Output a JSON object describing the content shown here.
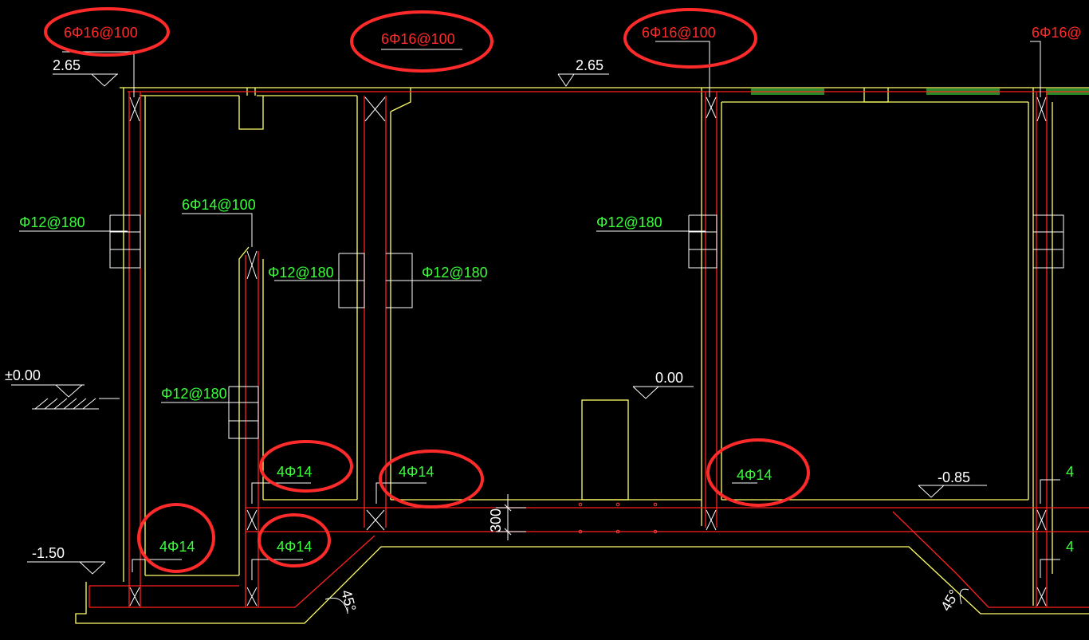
{
  "drawing": {
    "elevations": {
      "top_left": "2.65",
      "top_mid": "2.65",
      "ground": "±0.00",
      "inner_floor": "0.00",
      "bottom_left": "-1.50",
      "pit": "-0.85"
    },
    "top_bars": {
      "left": "6Φ16@100",
      "mid": "6Φ16@100",
      "right": "6Φ16@100",
      "far_right": "6Φ16@"
    },
    "wall_bars": {
      "left_outer": "Φ12@180",
      "partition_left": "Φ12@180",
      "partition_right": "Φ12@180",
      "right_wall": "Φ12@180",
      "inner_wall": "Φ12@180"
    },
    "inner_wall_top": "6Φ14@100",
    "corner_bars": {
      "c1": "4Φ14",
      "c2": "4Φ14",
      "c3": "4Φ14",
      "c4": "4Φ14",
      "c5": "4Φ14",
      "edge1": "4",
      "edge2": "4"
    },
    "dimension": "300",
    "angle_left": "45°",
    "angle_right": "45°"
  }
}
